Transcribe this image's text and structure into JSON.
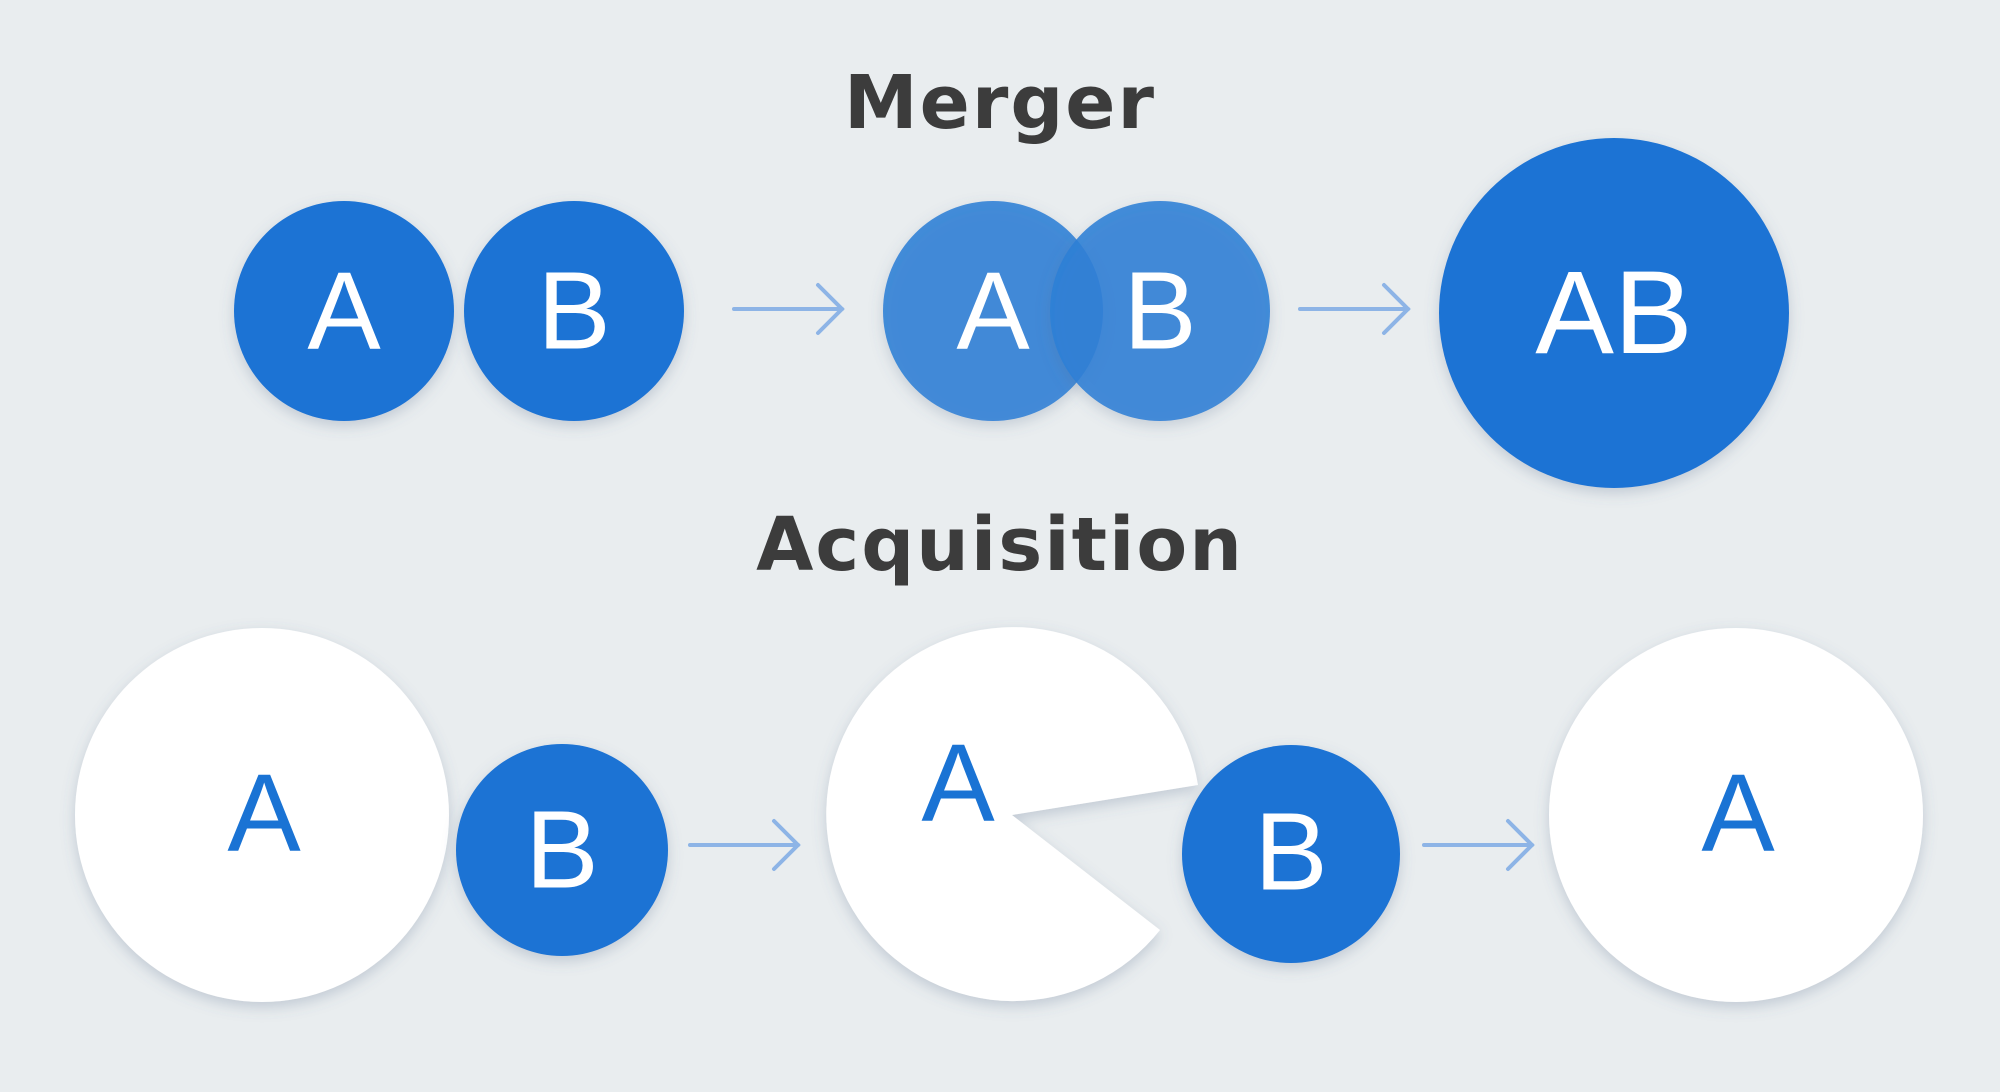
{
  "merger": {
    "title": "Merger",
    "step1": {
      "left_label": "A",
      "right_label": "B"
    },
    "step2": {
      "left_label": "A",
      "right_label": "B"
    },
    "step3": {
      "label": "AB"
    }
  },
  "acquisition": {
    "title": "Acquisition",
    "step1": {
      "big_label": "A",
      "small_label": "B"
    },
    "step2": {
      "big_label": "A",
      "small_label": "B"
    },
    "step3": {
      "label": "A"
    }
  },
  "colors": {
    "background": "#e9edef",
    "blue": "#1a73d4",
    "blue_translucent": "#2e7fd6",
    "white_circle": "#ffffff",
    "arrow": "#8db4e6",
    "heading": "#3c3c3c"
  },
  "icons": {
    "arrow": "right-arrow-icon"
  }
}
